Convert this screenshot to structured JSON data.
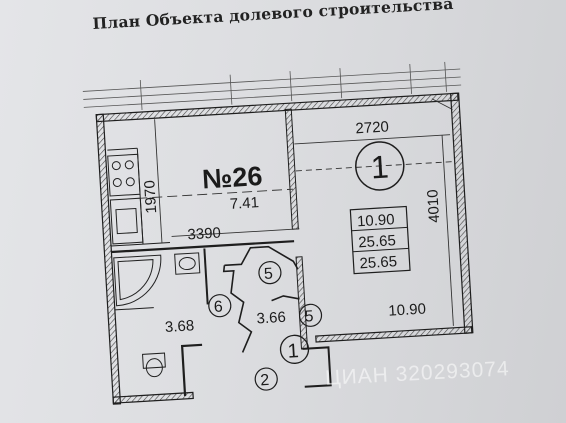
{
  "title": "План Объекта долевого строительства",
  "object": {
    "number": "№26",
    "area_label": "7.41"
  },
  "dimensions": {
    "top_width": "2720",
    "left_height": "1970",
    "right_height": "4010",
    "corridor_width": "3390"
  },
  "rooms": {
    "room_number": "1",
    "bathroom_area": "3.68",
    "bathroom_marker": "6",
    "hall_area": "3.66",
    "hall_marker": "5",
    "hall_marker_upper": "5",
    "entrance_marker": "1",
    "vestibule_marker": "2",
    "room_area": "10.90"
  },
  "summary_box": {
    "values": [
      "10.90",
      "25.65",
      "25.65"
    ]
  },
  "watermark": "ЦИАН 320293074",
  "colors": {
    "paper": "#e0e1e4",
    "ink": "#1b1b1b",
    "hatch": "#444444"
  }
}
